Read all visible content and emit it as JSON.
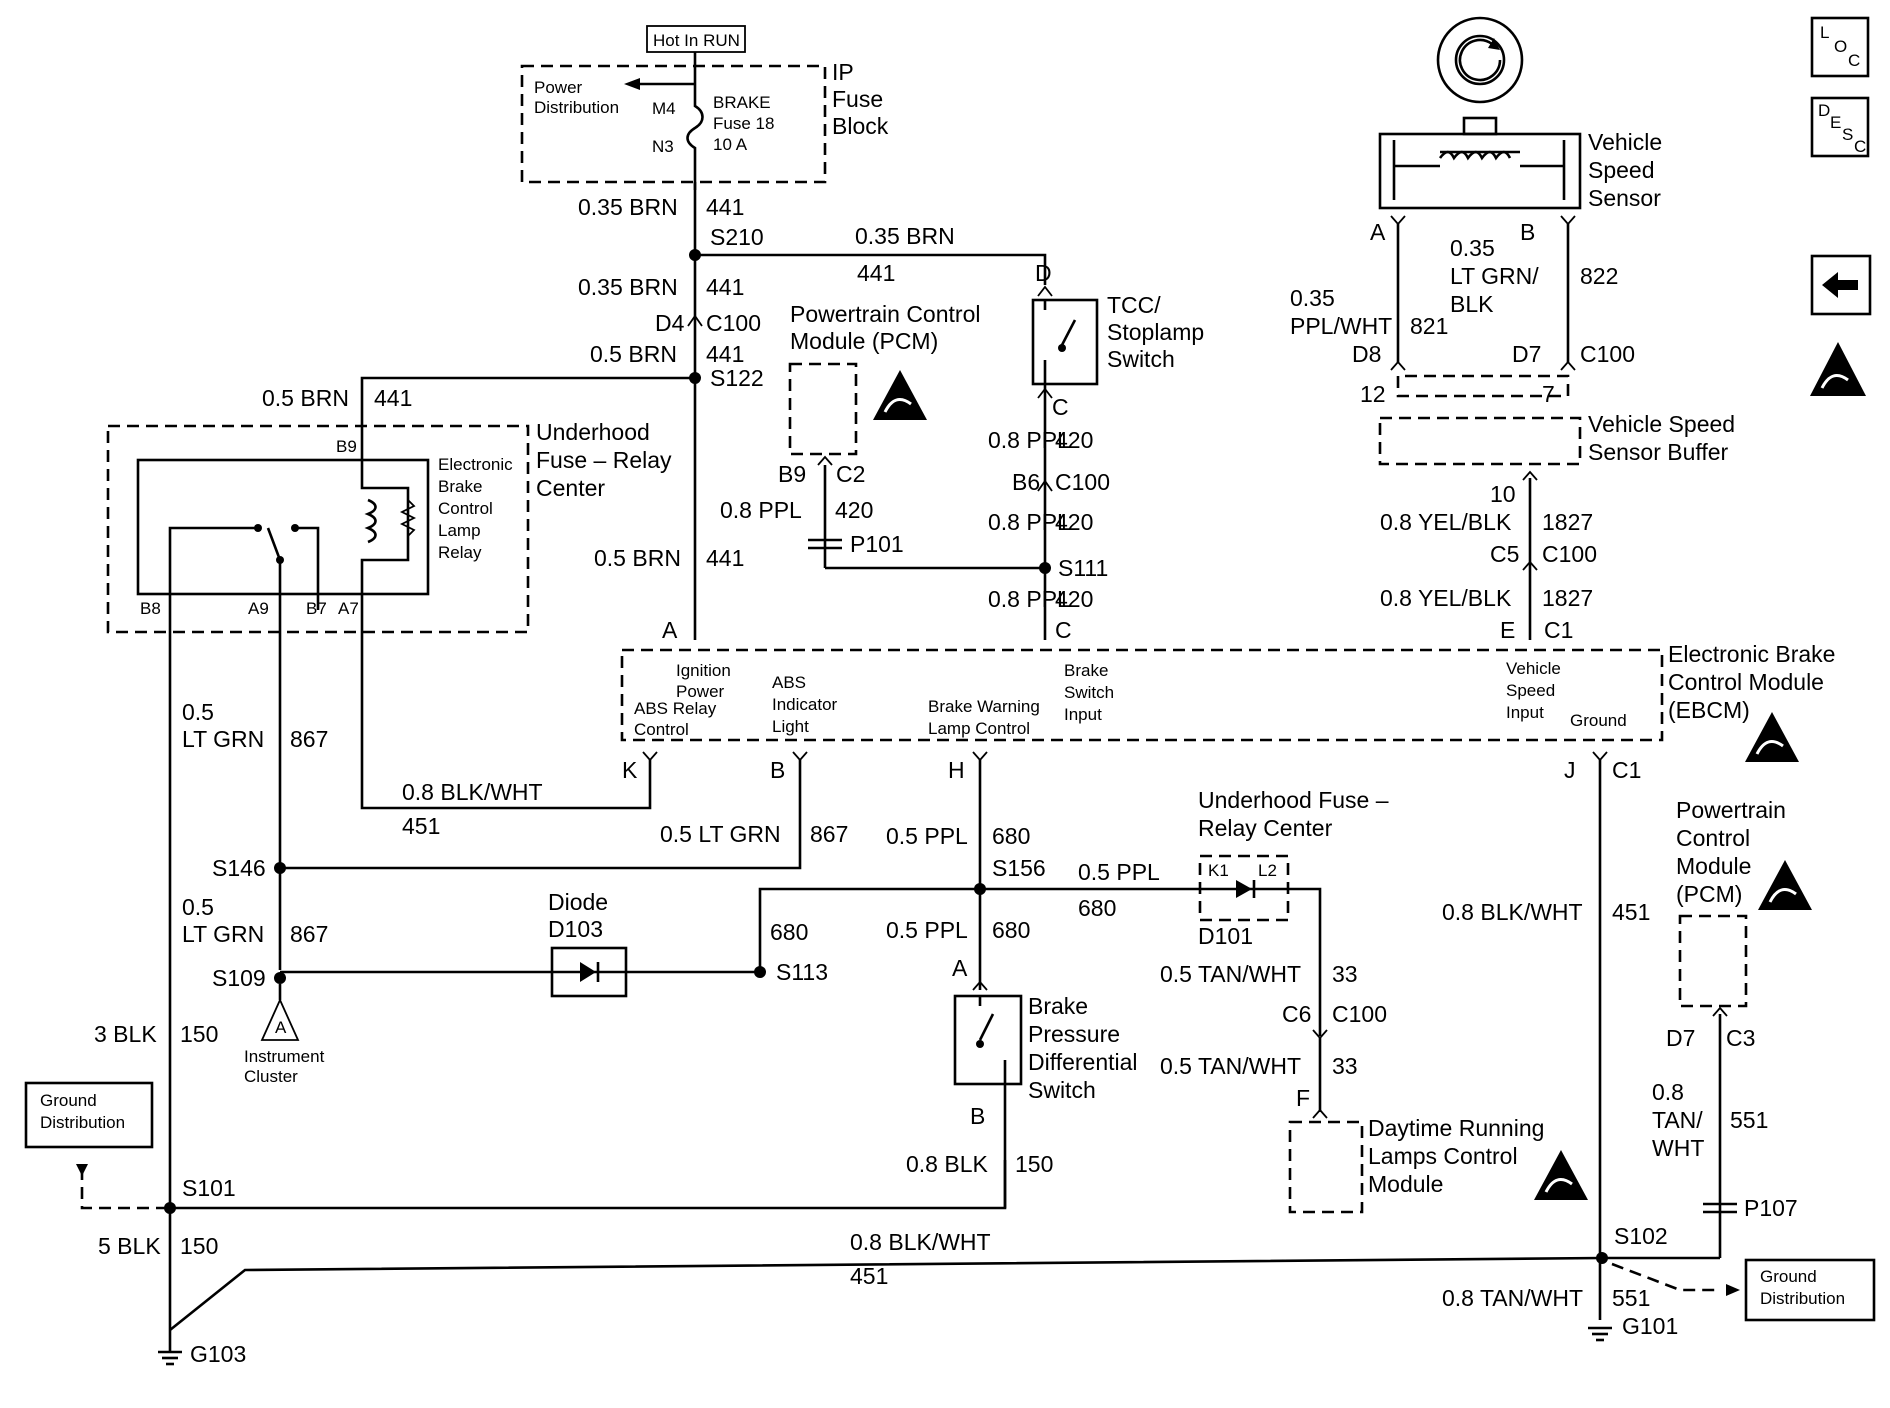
{
  "sources": {
    "hot_in_run": "Hot In RUN",
    "ip_fuse_block": [
      "IP",
      "Fuse",
      "Block"
    ],
    "power_distribution": [
      "Power",
      "Distribution"
    ],
    "fuse_pins": [
      "M4",
      "N3"
    ],
    "fuse_label": [
      "BRAKE",
      "Fuse 18",
      "10 A"
    ]
  },
  "wires": {
    "w441_brn_035": "0.35 BRN",
    "circuit_441": "441",
    "w441_brn_05": "0.5 BRN",
    "w420_ppl": "0.8 PPL",
    "circuit_420": "420",
    "w867_ltgrn": [
      "0.5",
      "LT GRN"
    ],
    "circuit_867": "867",
    "w867_ltgrn_inline": "0.5 LT GRN",
    "w451_blkwht": "0.8 BLK/WHT",
    "circuit_451": "451",
    "w680_ppl": "0.5 PPL",
    "circuit_680": "680",
    "w33_tanwht": "0.5 TAN/WHT",
    "circuit_33": "33",
    "w150_3blk": "3 BLK",
    "w150_5blk": "5 BLK",
    "circuit_150": "150",
    "w150_08blk": "0.8 BLK",
    "w821_pplwht": [
      "0.35",
      "PPL/WHT"
    ],
    "circuit_821": "821",
    "w822_ltgrnblk": [
      "0.35",
      "LT GRN/",
      "BLK"
    ],
    "circuit_822": "822",
    "w1827_yelblk": "0.8 YEL/BLK",
    "circuit_1827": "1827",
    "w551_tanwht": [
      "0.8",
      "TAN/",
      "WHT"
    ],
    "w551_tanwht_inline": "0.8 TAN/WHT",
    "circuit_551": "551"
  },
  "splices": {
    "s210": "S210",
    "s122": "S122",
    "s111": "S111",
    "s146": "S146",
    "s109": "S109",
    "s113": "S113",
    "s156": "S156",
    "s101": "S101",
    "s102": "S102",
    "p101": "P101",
    "p107": "P107"
  },
  "connectors": {
    "d4": "D4",
    "c100": "C100",
    "b6": "B6",
    "c5": "C5",
    "c6": "C6",
    "d7": "D7",
    "d8": "D8",
    "c1": "C1",
    "c2": "C2",
    "c3": "C3",
    "b9": "B9",
    "b8": "B8",
    "a9": "A9",
    "b7": "B7",
    "a7": "A7",
    "pin_a": "A",
    "pin_b": "B",
    "pin_c": "C",
    "pin_d": "D",
    "pin_e": "E",
    "pin_f": "F",
    "pin_h": "H",
    "pin_j": "J",
    "pin_k": "K",
    "pin_12": "12",
    "pin_7": "7",
    "pin_10": "10"
  },
  "components": {
    "pcm_top": [
      "Powertrain Control",
      "Module (PCM)"
    ],
    "tcc_switch": [
      "TCC/",
      "Stoplamp",
      "Switch"
    ],
    "underhood_relay_center": [
      "Underhood",
      "Fuse – Relay",
      "Center"
    ],
    "ebcm_relay": [
      "Electronic",
      "Brake",
      "Control",
      "Lamp",
      "Relay"
    ],
    "vss": [
      "Vehicle",
      "Speed",
      "Sensor"
    ],
    "vss_buffer": [
      "Vehicle Speed",
      "Sensor Buffer"
    ],
    "ebcm": [
      "Electronic Brake",
      "Control Module",
      "(EBCM)"
    ],
    "ebcm_pins": {
      "ignition": [
        "Ignition",
        "Power"
      ],
      "abs_relay": [
        "ABS Relay",
        "Control"
      ],
      "abs_light": [
        "ABS",
        "Indicator",
        "Light"
      ],
      "brake_warning": [
        "Brake Warning",
        "Lamp Control"
      ],
      "brake_switch": [
        "Brake",
        "Switch",
        "Input"
      ],
      "vehicle_speed": [
        "Vehicle",
        "Speed",
        "Input"
      ],
      "ground": "Ground"
    },
    "diode": [
      "Diode",
      "D103"
    ],
    "instrument_cluster": [
      "Instrument",
      "Cluster"
    ],
    "cluster_ref": "A",
    "underhood_relay_center_2": [
      "Underhood Fuse –",
      "Relay Center"
    ],
    "d101": "D101",
    "d101_pins": [
      "K1",
      "L2"
    ],
    "brake_pressure_switch": [
      "Brake",
      "Pressure",
      "Differential",
      "Switch"
    ],
    "drl_module": [
      "Daytime Running",
      "Lamps Control",
      "Module"
    ],
    "pcm_right": [
      "Powertrain",
      "Control",
      "Module",
      "(PCM)"
    ],
    "ground_distribution": [
      "Ground",
      "Distribution"
    ],
    "g103": "G103",
    "g101": "G101"
  },
  "side_icons": [
    "loc-icon",
    "desc-icon",
    "back-arrow-icon",
    "esd-icon"
  ]
}
